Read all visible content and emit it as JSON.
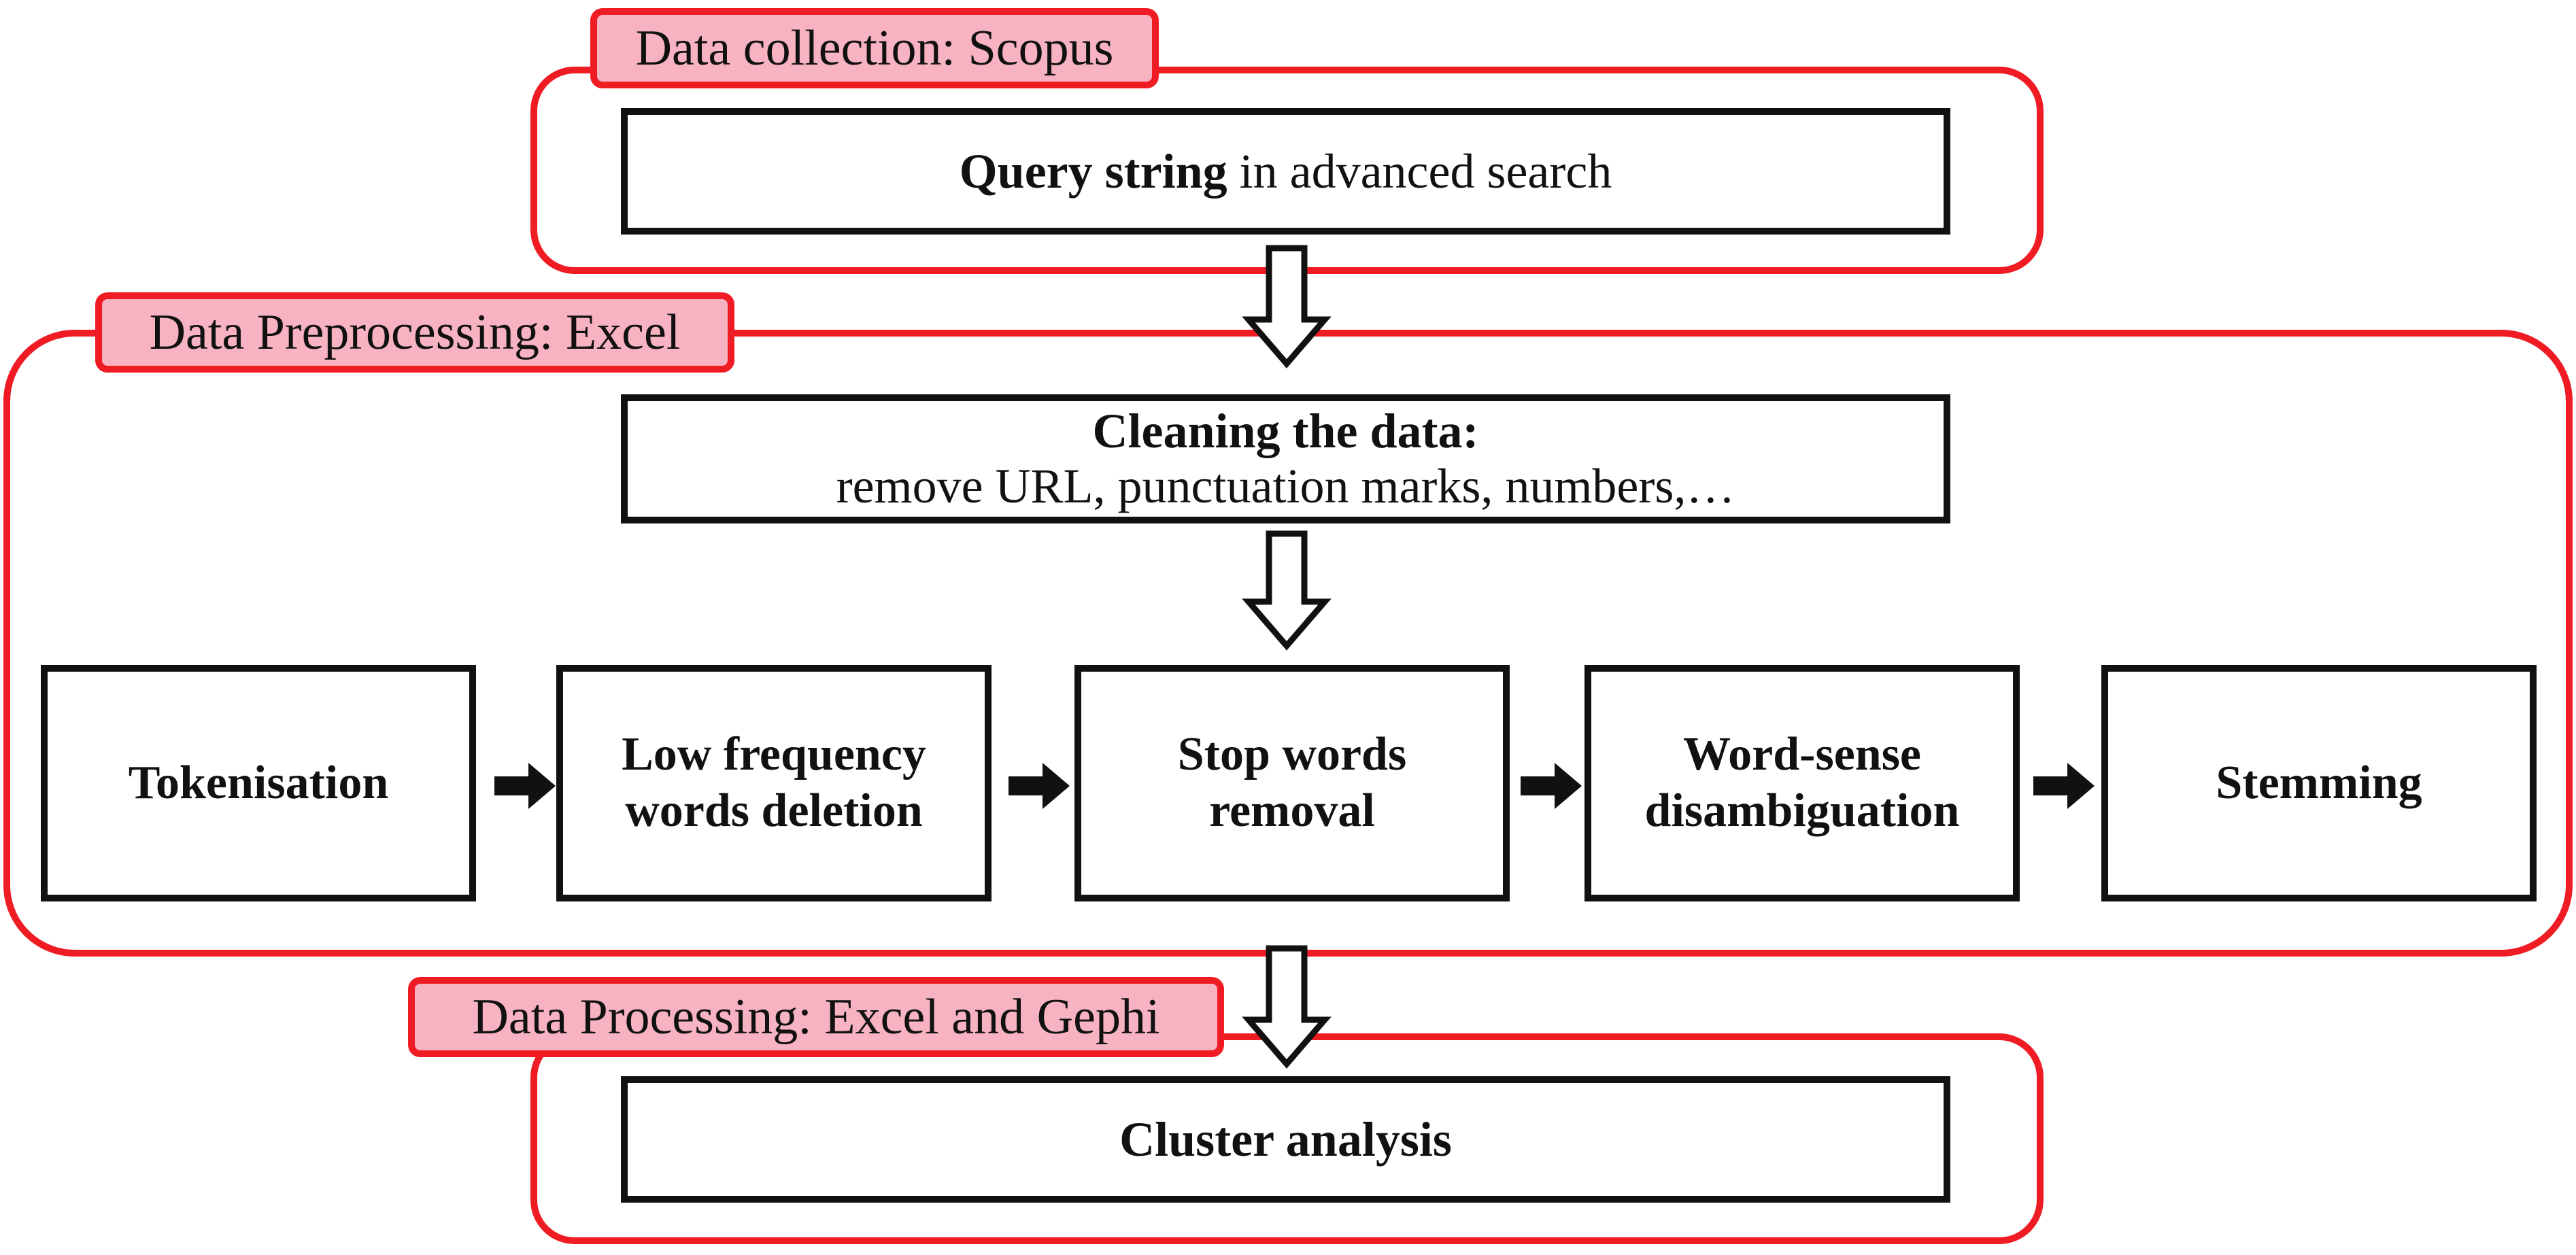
{
  "colors": {
    "frame_red": "#ef1c24",
    "label_fill": "#f7b3c2",
    "box_border": "#111111"
  },
  "sections": {
    "collection": {
      "label": "Data collection: Scopus"
    },
    "preprocessing": {
      "label": "Data Preprocessing: Excel"
    },
    "processing": {
      "label": "Data Processing: Excel and Gephi"
    }
  },
  "steps": {
    "query": {
      "bold_text": "Query string",
      "normal_text": " in advanced search"
    },
    "cleaning": {
      "title": "Cleaning the data:",
      "detail": "remove URL, punctuation marks, numbers,…"
    },
    "tokenisation": {
      "label": "Tokenisation"
    },
    "low_frequency": {
      "line1": "Low frequency",
      "line2": "words deletion"
    },
    "stop_words": {
      "line1": "Stop words",
      "line2": "removal"
    },
    "word_sense": {
      "line1": "Word-sense",
      "line2": "disambiguation"
    },
    "stemming": {
      "label": "Stemming"
    },
    "cluster": {
      "label": "Cluster analysis"
    }
  }
}
